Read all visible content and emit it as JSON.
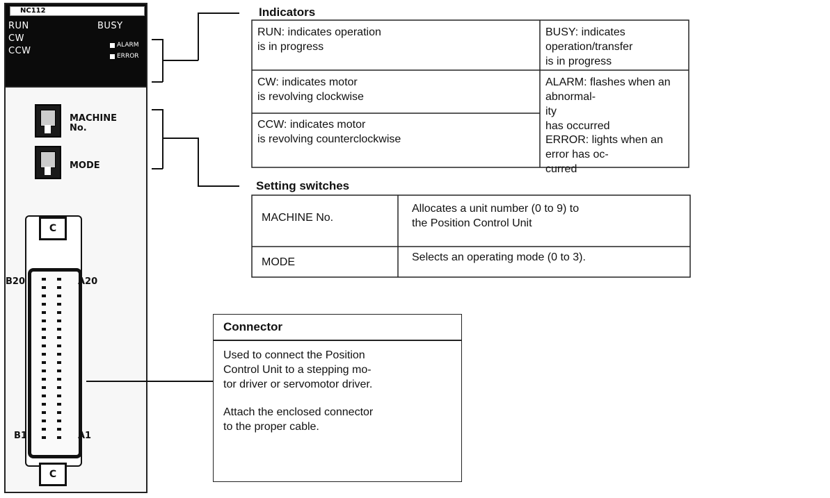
{
  "module": {
    "model": "NC112",
    "leds": {
      "run": "RUN",
      "busy": "BUSY",
      "cw": "CW",
      "ccw": "CCW",
      "alarm": "ALARM",
      "error": "ERROR"
    },
    "switches": {
      "machine_line1": "MACHINE",
      "machine_line2": "No.",
      "mode": "MODE"
    },
    "connector": {
      "cap_top": "C",
      "cap_bottom": "C",
      "b20": "B20",
      "a20": "A20",
      "b1": "B1",
      "a1": "A1"
    }
  },
  "indicators": {
    "heading": "Indicators",
    "run": "RUN: indicates operation\nis in progress",
    "busy": "BUSY: indicates operation/transfer\n is in progress",
    "cw": "CW: indicates motor\nis revolving clockwise",
    "alarm": "ALARM: flashes when an abnormal-\nity\n has occurred",
    "ccw": "CCW: indicates motor\nis revolving counterclockwise",
    "error": "ERROR: lights when an error has oc-\ncurred"
  },
  "setting_switches": {
    "heading": "Setting switches",
    "rows": [
      {
        "name": "MACHINE No.",
        "desc": "Allocates a unit number (0 to 9) to\nthe Position Control Unit"
      },
      {
        "name": "MODE",
        "desc": "Selects an operating mode (0 to 3)."
      }
    ]
  },
  "connector_info": {
    "heading": "Connector",
    "para1": "Used to connect the Position\nControl Unit to a stepping mo-\ntor driver or servomotor driver.",
    "para2": "Attach the enclosed connector\nto the proper cable."
  }
}
